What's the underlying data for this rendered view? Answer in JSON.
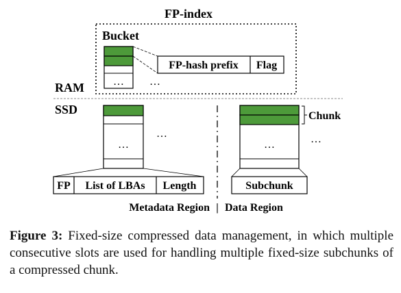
{
  "fp_index_title": "FP-index",
  "bucket_label": "Bucket",
  "ram_label": "RAM",
  "ssd_label": "SSD",
  "ellipsis": "…",
  "fp_entry": {
    "hash_prefix": "FP-hash prefix",
    "flag": "Flag"
  },
  "metadata_entry": {
    "fp": "FP",
    "lbas": "List of LBAs",
    "length": "Length"
  },
  "chunk_label": "Chunk",
  "subchunk_label": "Subchunk",
  "metadata_region_label": "Metadata Region",
  "region_separator": "|",
  "data_region_label": "Data Region",
  "caption": {
    "label": "Figure 3:",
    "text": " Fixed-size compressed data management, in which multiple consecutive slots are used for handling multiple fixed-size subchunks of a compressed chunk."
  },
  "colors": {
    "slot_fill": "#4d9a3a",
    "outline": "#000000",
    "divider": "#888888"
  }
}
